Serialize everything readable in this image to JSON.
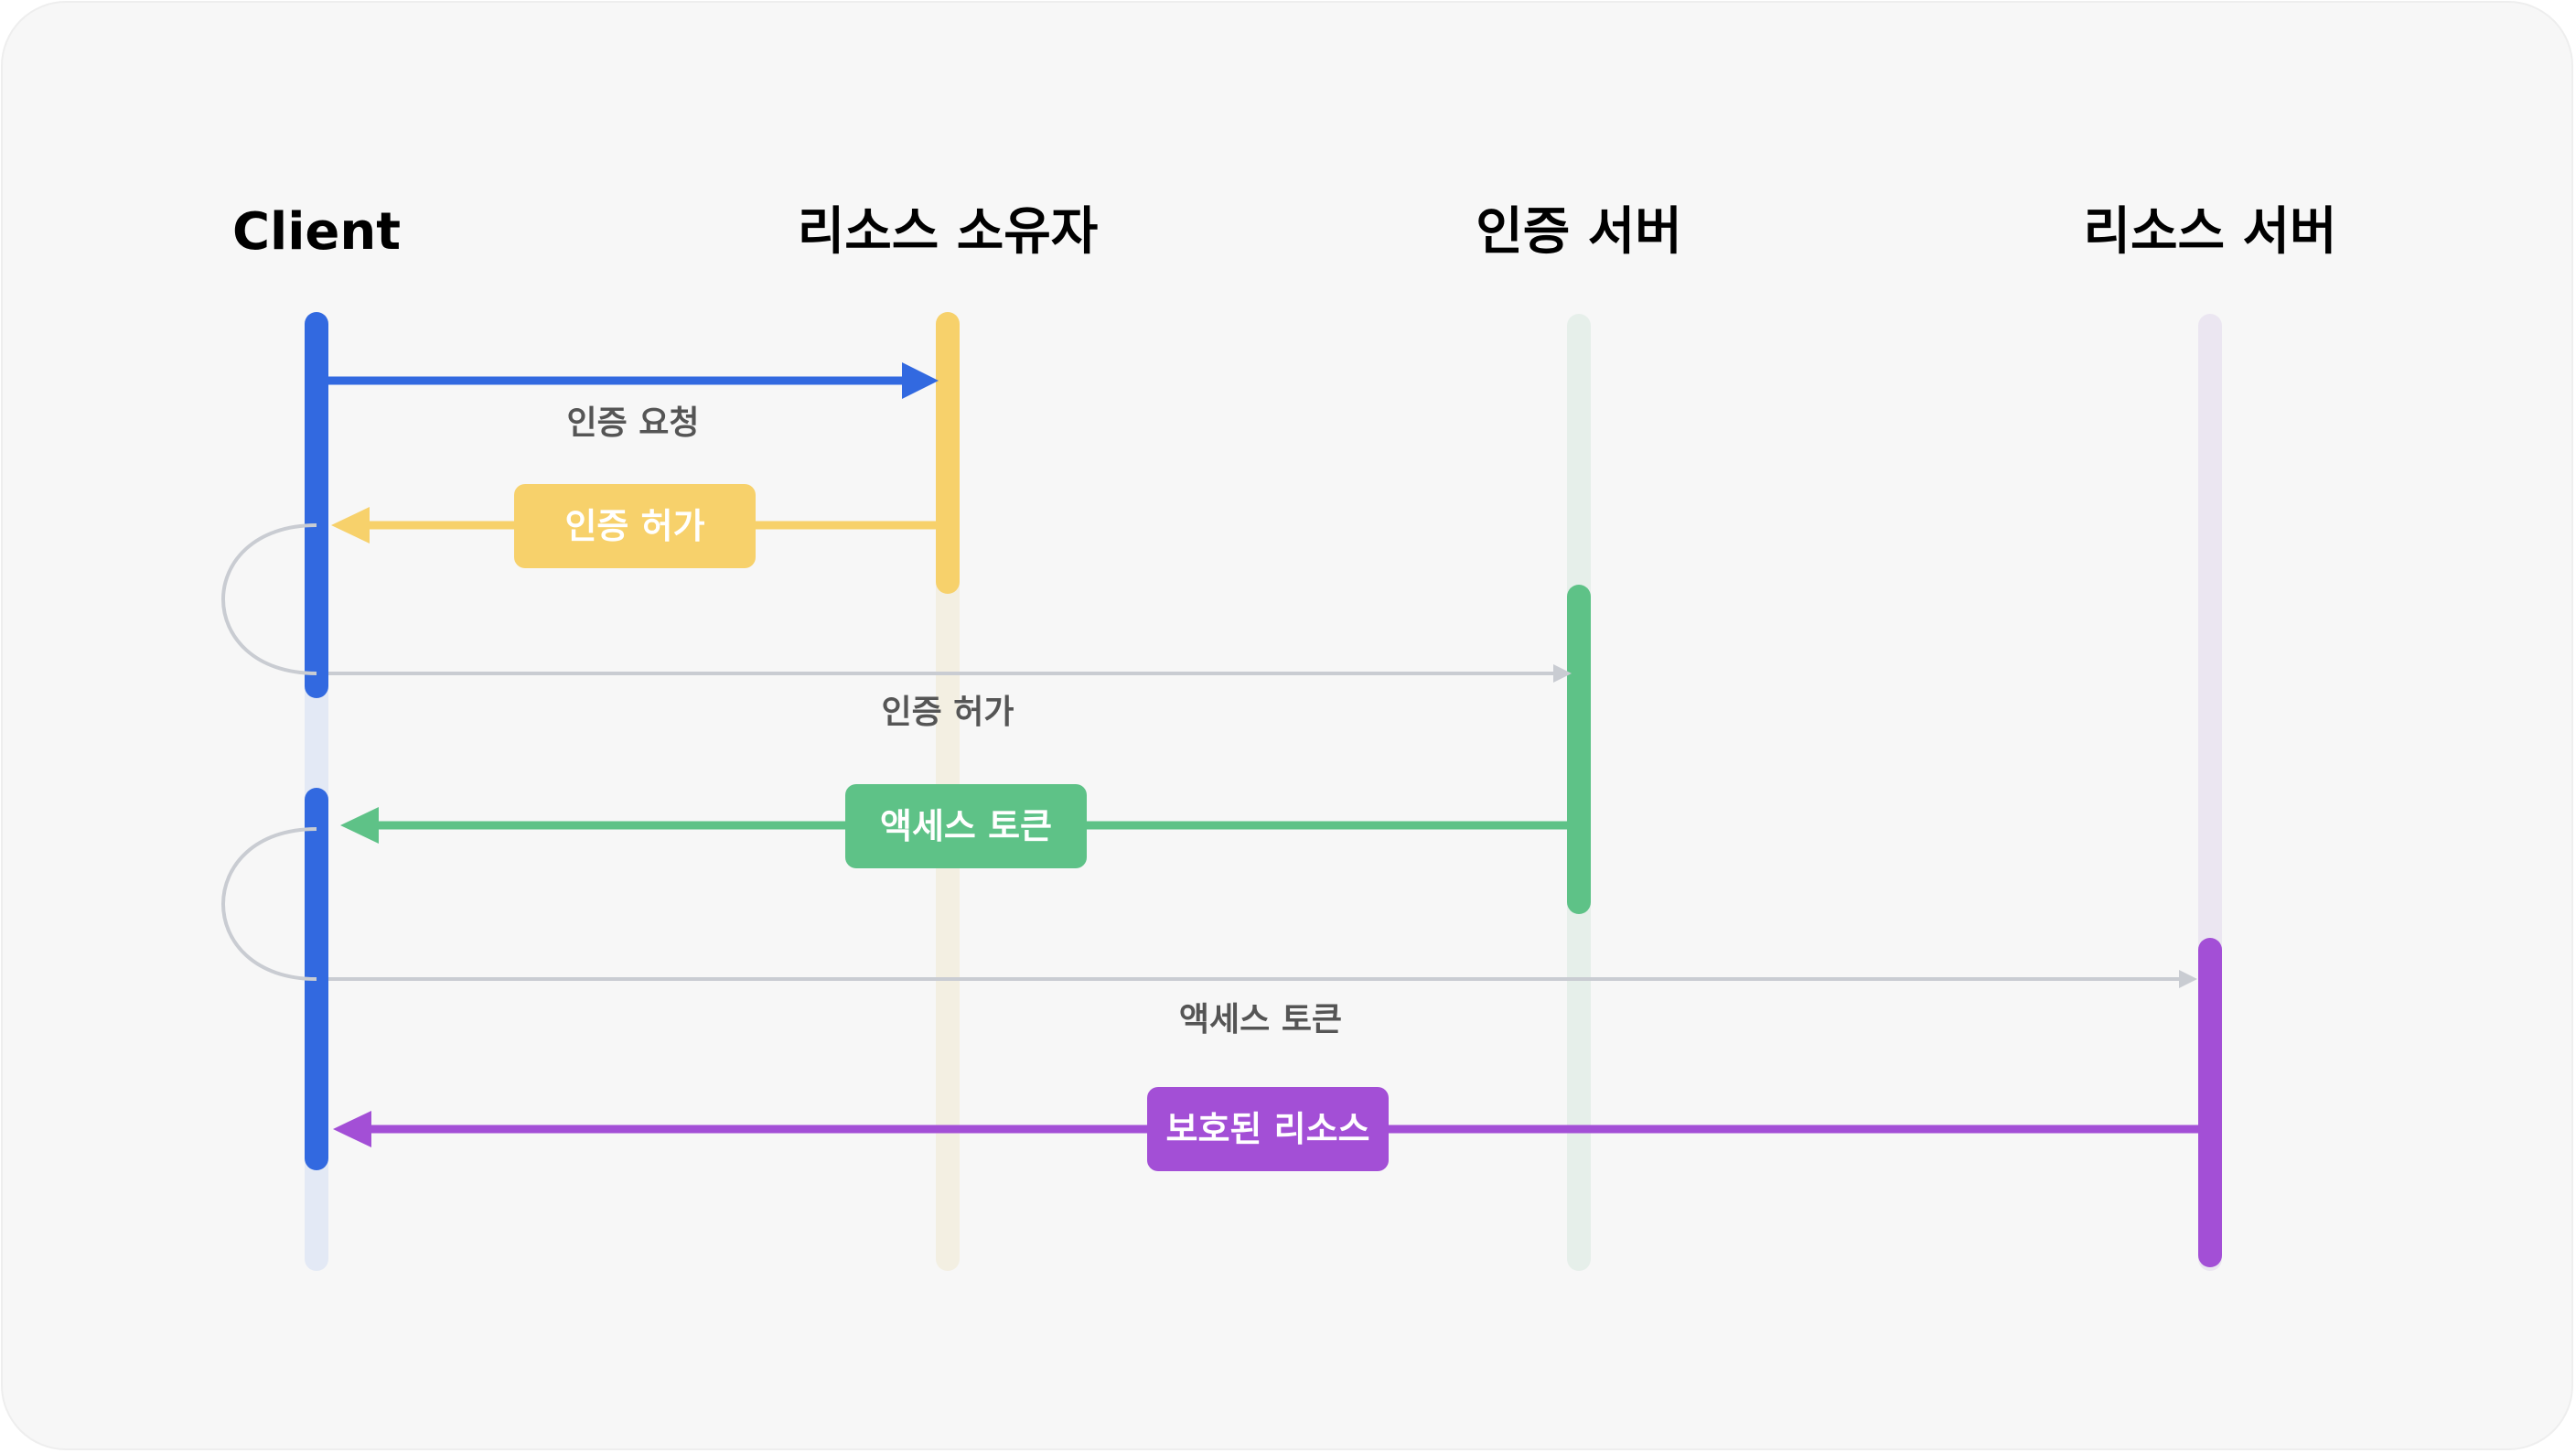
{
  "participants": {
    "client": "Client",
    "resource_owner": "리소스 소유자",
    "auth_server": "인증 서버",
    "resource_server": "리소스 서버"
  },
  "messages": {
    "auth_request": "인증 요청",
    "auth_grant_response": "인증 허가",
    "auth_grant_forward": "인증 허가",
    "access_token_response": "액세스 토큰",
    "access_token_forward": "액세스 토큰",
    "protected_resource": "보호된 리소스"
  },
  "colors": {
    "background": "#f7f7f7",
    "client": "#3269e0",
    "resource_owner": "#f7d16b",
    "auth_server": "#5ec287",
    "resource_server": "#a34fd6",
    "muted_arrow": "#c9ccd2"
  }
}
